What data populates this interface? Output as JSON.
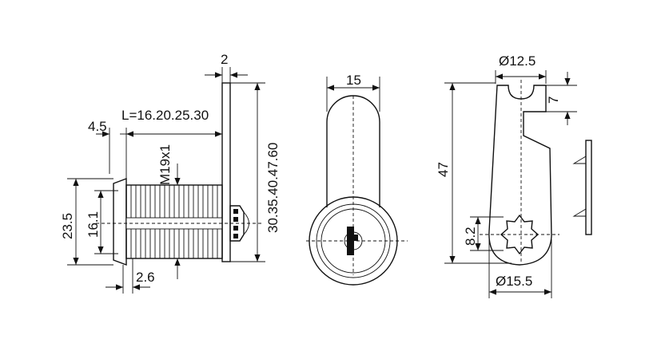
{
  "labels": {
    "flange_thickness": "2",
    "rim_offset": "4.5",
    "body_length": "L=16.20.25.30",
    "thread": "M19x1",
    "flange_diameter": "23.5",
    "body_diameter": "16.1",
    "lip_thickness": "2.6",
    "panel_height": "30.35.40.47.60",
    "front_width": "15",
    "cam_hole": "Ø12.5",
    "cam_notch": "7",
    "cam_length": "47",
    "cam_star": "8.2",
    "cam_diameter": "Ø15.5"
  }
}
